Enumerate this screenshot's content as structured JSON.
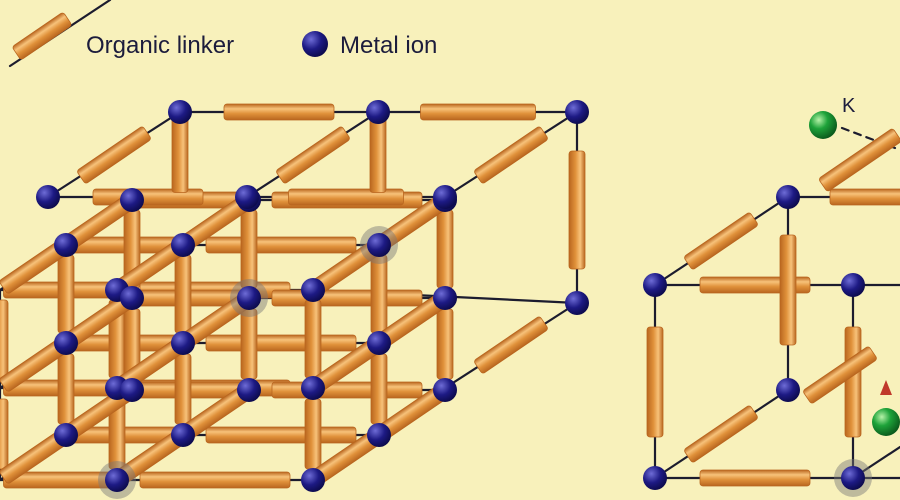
{
  "colors": {
    "background": "#f8f1bb",
    "linker_mid": "#e0913a",
    "linker_light": "#f7c27a",
    "linker_dark": "#b9661f",
    "metal": "#1d1a84",
    "metal_dark": "#0d0b4e",
    "metal_highlight": "#6e6cd6",
    "potassium": "#1ea33a",
    "potassium_dark": "#0b5b1c",
    "bond_line": "#1c1c2e"
  },
  "legend": {
    "linker_label": "Organic linker",
    "metal_label": "Metal ion"
  },
  "annotations": {
    "k_label": "K"
  }
}
